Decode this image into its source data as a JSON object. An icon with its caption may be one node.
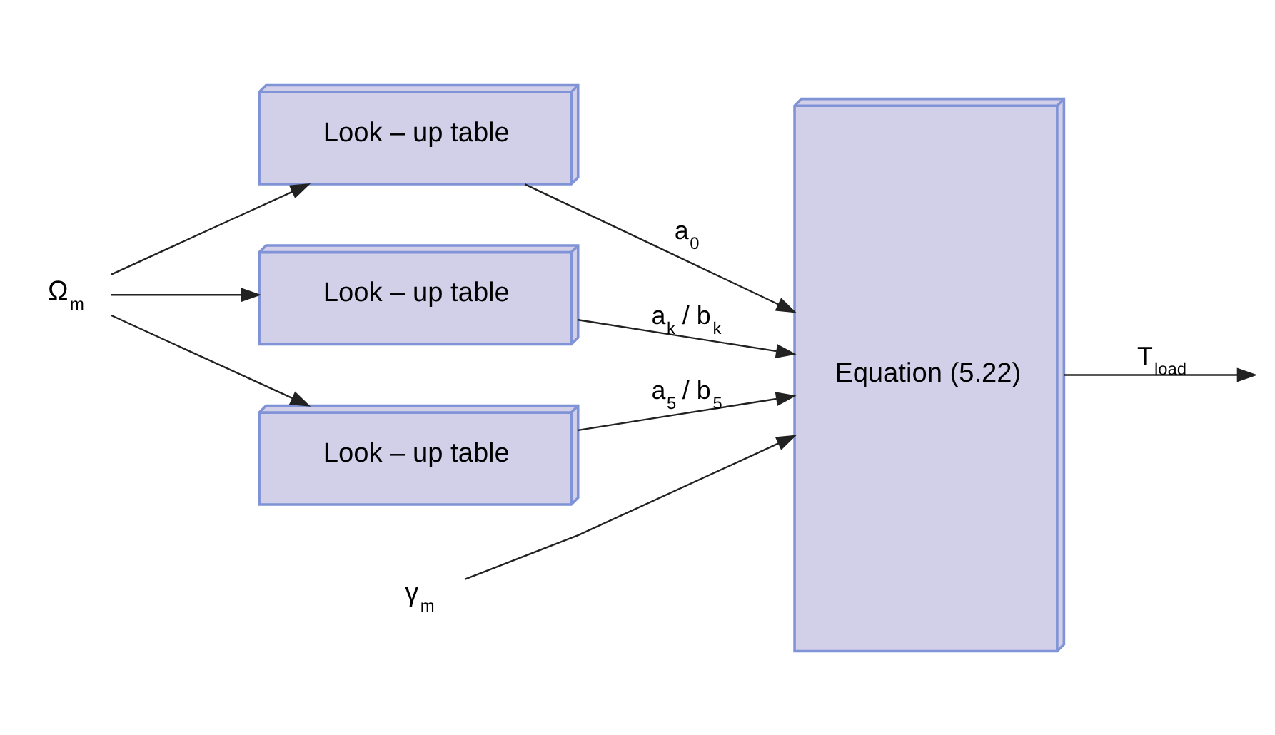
{
  "diagram": {
    "nodes": [
      {
        "text": [
          "Ω$_{m}$"
        ]
      },
      {
        "text": [
          "Look – up table"
        ]
      },
      {
        "text": [
          "Look – up table"
        ]
      },
      {
        "text": [
          "Look – up table"
        ]
      },
      {
        "text": [
          "γ$_{m}$"
        ]
      },
      {
        "text": [
          "Equation (5.22)"
        ]
      }
    ],
    "edges": [
      {
        "from": 0,
        "to": 1,
        "arrow": "to"
      },
      {
        "from": 0,
        "to": 2,
        "arrow": "to"
      },
      {
        "from": 0,
        "to": 3,
        "arrow": "to"
      },
      {
        "from": 1,
        "to": 5,
        "arrow": "to",
        "label": "a$_{0}$"
      },
      {
        "from": 2,
        "to": 5,
        "arrow": "to",
        "label": "a$_{k}$ / b$_{k}$"
      },
      {
        "from": 3,
        "to": 5,
        "arrow": "to",
        "label": "a$_{5}$ / b$_{5}$"
      },
      {
        "from": 4,
        "to": 5,
        "arrow": "to"
      },
      {
        "from": 5,
        "to": null,
        "arrow": "to",
        "label": "T$_{load}$"
      }
    ]
  }
}
